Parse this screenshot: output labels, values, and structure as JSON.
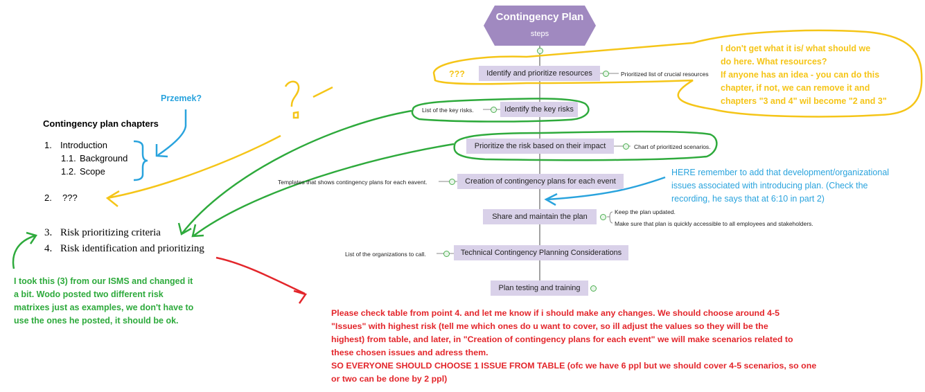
{
  "diagram": {
    "title": "Contingency Plan",
    "subtitle": "steps",
    "steps": [
      {
        "label": "Identify and prioritize resources",
        "side": "Prioritized list of crucial resources"
      },
      {
        "label": "Identify the key risks",
        "side": "List of the key risks."
      },
      {
        "label": "Prioritize the risk based on their impact",
        "side": "Chart of prioritized scenarios."
      },
      {
        "label": "Creation of contingency plans for each event",
        "side": "Templates that shows contingency plans for each eavent."
      },
      {
        "label": "Share and maintain the plan",
        "side": "Keep the plan updated.",
        "side2": "Make sure that plan is quickly accessible to all employees and stakeholders."
      },
      {
        "label": "Technical Contingency Planning Considerations",
        "side": "List of the organizations to call."
      },
      {
        "label": "Plan testing and training",
        "side": ""
      }
    ]
  },
  "document": {
    "heading": "Contingency plan chapters",
    "items": [
      {
        "num": "1.",
        "text": "Introduction"
      },
      {
        "num": "1.1.",
        "text": "Background"
      },
      {
        "num": "1.2.",
        "text": "Scope"
      },
      {
        "num": "2.",
        "text": "???"
      },
      {
        "num": "3.",
        "text": "Risk prioritizing criteria"
      },
      {
        "num": "4.",
        "text": "Risk identification and prioritizing"
      }
    ]
  },
  "annotations": {
    "yellow_qmarks": "???",
    "yellow_note": [
      "I don't get what it is/ what should we",
      "do here. What resources?",
      "If anyone has an idea - you can do this",
      "chapter, if not, we can remove it and",
      "chapters \"3 and 4\" wil become \"2 and 3\""
    ],
    "blue_name": "Przemek?",
    "blue_note": [
      "HERE remember to add that development/organizational",
      "issues associated with introducing plan. (Check the",
      "recording, he says that at 6:10 in part 2)"
    ],
    "green_note": [
      "I took this (3) from our ISMS and changed it",
      "a bit. Wodo posted two different risk",
      "matrixes just as examples, we don't have to",
      "use the ones he posted, it should be ok."
    ],
    "red_note": [
      "Please check table from point 4. and let me know if i should make any changes. We should choose around 4-5",
      "\"Issues\" with highest risk (tell me which ones do u want to cover, so ill adjust the values so they will be the",
      "highest) from table, and later, in \"Creation of contingency plans for each event\" we will make scenarios related to",
      "these chosen issues and adress them.",
      "SO EVERYONE SHOULD CHOOSE 1 ISSUE FROM TABLE (ofc we have 6 ppl but we should cover 4-5 scenarios, so one",
      "or two can be done by 2 ppl)"
    ]
  },
  "colors": {
    "node_fill": "#d9d1e9",
    "hex_fill": "#a089c0",
    "yellow": "#f5c518",
    "blue": "#29a3dd",
    "green": "#2eaa3c",
    "red": "#e3262b"
  }
}
